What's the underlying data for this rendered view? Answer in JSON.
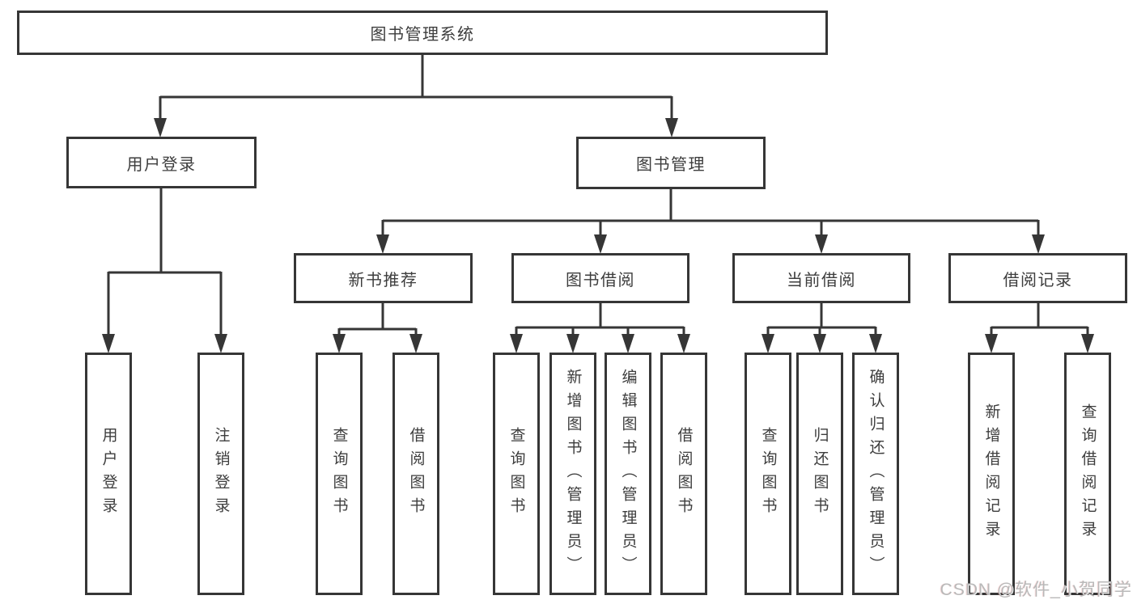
{
  "diagram": {
    "root": {
      "label": "图书管理系统"
    },
    "level2": [
      {
        "label": "用户登录"
      },
      {
        "label": "图书管理"
      }
    ],
    "level3": [
      {
        "label": "新书推荐"
      },
      {
        "label": "图书借阅"
      },
      {
        "label": "当前借阅"
      },
      {
        "label": "借阅记录"
      }
    ],
    "leaves": [
      {
        "label": "用户登录"
      },
      {
        "label": "注销登录"
      },
      {
        "label": "查询图书"
      },
      {
        "label": "借阅图书"
      },
      {
        "label": "查询图书"
      },
      {
        "label": "新增图书（管理员）"
      },
      {
        "label": "编辑图书（管理员）"
      },
      {
        "label": "借阅图书"
      },
      {
        "label": "查询图书"
      },
      {
        "label": "归还图书"
      },
      {
        "label": "确认归还（管理员）"
      },
      {
        "label": "新增借阅记录"
      },
      {
        "label": "查询借阅记录"
      }
    ],
    "watermark": "CSDN @软件_小贺同学",
    "colors": {
      "line": "#363636",
      "box_border": "#363636",
      "text": "#3d3d3d",
      "watermark": "#b9b9b9",
      "background": "#ffffff"
    }
  }
}
